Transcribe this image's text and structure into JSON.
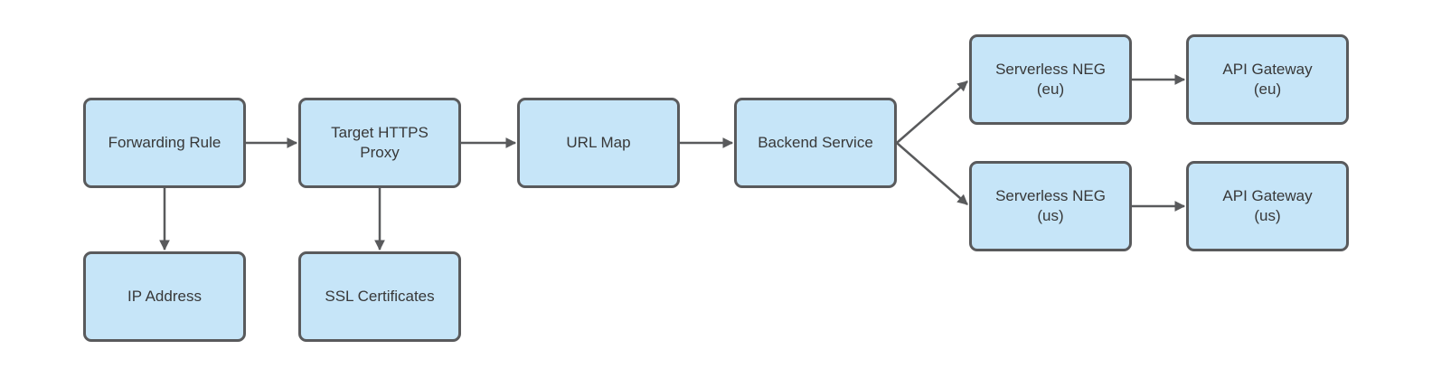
{
  "diagram": {
    "nodes": {
      "forwarding_rule": {
        "lines": [
          "Forwarding Rule"
        ]
      },
      "target_https_proxy": {
        "lines": [
          "Target HTTPS",
          "Proxy"
        ]
      },
      "url_map": {
        "lines": [
          "URL Map"
        ]
      },
      "backend_service": {
        "lines": [
          "Backend Service"
        ]
      },
      "serverless_neg_eu": {
        "lines": [
          "Serverless NEG",
          "(eu)"
        ]
      },
      "api_gateway_eu": {
        "lines": [
          "API Gateway",
          "(eu)"
        ]
      },
      "serverless_neg_us": {
        "lines": [
          "Serverless NEG",
          "(us)"
        ]
      },
      "api_gateway_us": {
        "lines": [
          "API Gateway",
          "(us)"
        ]
      },
      "ip_address": {
        "lines": [
          "IP Address"
        ]
      },
      "ssl_certificates": {
        "lines": [
          "SSL Certificates"
        ]
      }
    },
    "edges": [
      {
        "from": "forwarding_rule",
        "to": "target_https_proxy"
      },
      {
        "from": "target_https_proxy",
        "to": "url_map"
      },
      {
        "from": "url_map",
        "to": "backend_service"
      },
      {
        "from": "backend_service",
        "to": "serverless_neg_eu"
      },
      {
        "from": "backend_service",
        "to": "serverless_neg_us"
      },
      {
        "from": "serverless_neg_eu",
        "to": "api_gateway_eu"
      },
      {
        "from": "serverless_neg_us",
        "to": "api_gateway_us"
      },
      {
        "from": "forwarding_rule",
        "to": "ip_address"
      },
      {
        "from": "target_https_proxy",
        "to": "ssl_certificates"
      }
    ],
    "colors": {
      "background": "#ffffff",
      "node_fill": "#c6e5f8",
      "node_border": "#595a5c",
      "node_text": "#383838",
      "arrow": "#595a5c"
    }
  }
}
